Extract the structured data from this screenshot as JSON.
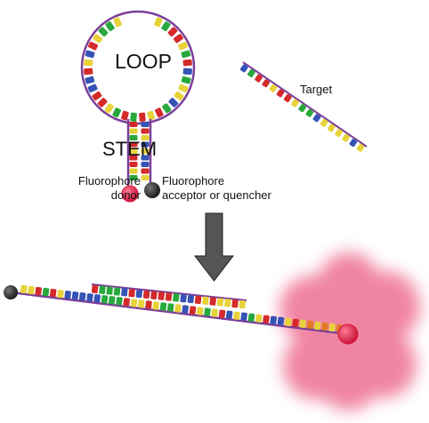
{
  "labels": {
    "loop": "LOOP",
    "stem": "STEM",
    "target": "Target",
    "donor_line1": "Fluorophore",
    "donor_line2": "donor",
    "acceptor_line1": "Fluorophore",
    "acceptor_line2": "acceptor or quencher"
  },
  "colors": {
    "backbone": "#7b3f99",
    "donor": "#e3163f",
    "quencher": "#2a2a2a",
    "arrow": "#555555",
    "glow": "#ee6f93",
    "bases": [
      "#d42a2a",
      "#e7d23a",
      "#27a83c",
      "#3552b5",
      "#8a3aa6",
      "#e07a22"
    ]
  }
}
